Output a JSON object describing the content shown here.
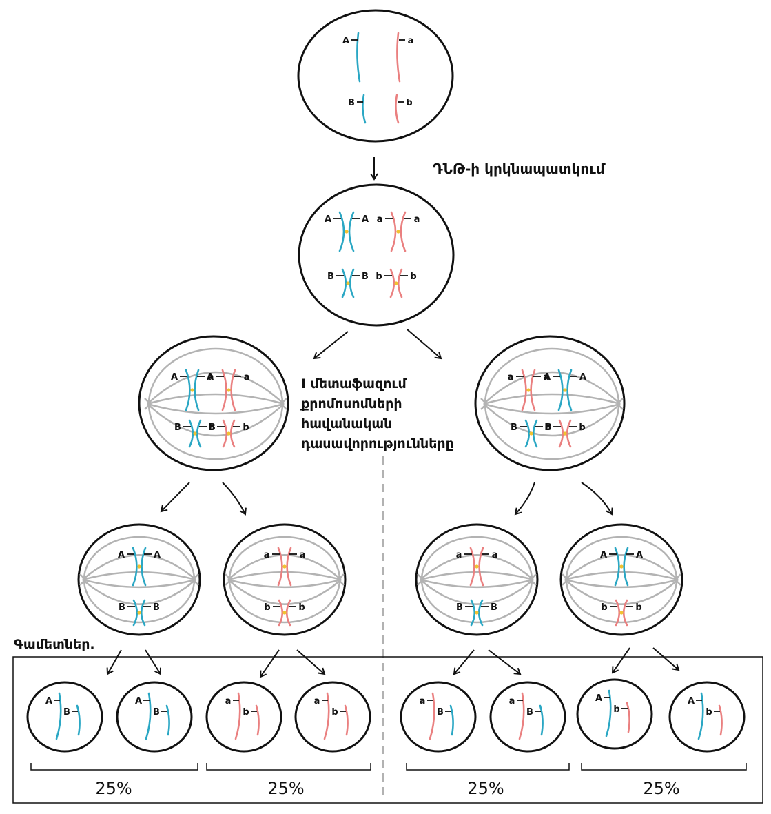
{
  "labels": {
    "replication": "ԴՆԹ-ի կրկնապատկում",
    "metaphase_line1": "I մետաֆազում",
    "metaphase_line2": "քրոմոսոմների",
    "metaphase_line3": "հավանական",
    "metaphase_line4": "դասավորությունները",
    "gametes": "Գամետներ."
  },
  "alleles": {
    "A": "A",
    "a": "a",
    "B": "B",
    "b": "b"
  },
  "percentages": [
    "25%",
    "25%",
    "25%",
    "25%"
  ],
  "colors": {
    "maternal": "#2aa7c4",
    "paternal": "#ea8080",
    "centromere": "#f1c232",
    "spindle": "#b3b3b3",
    "outline": "#111111"
  }
}
